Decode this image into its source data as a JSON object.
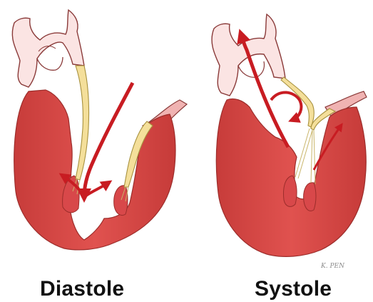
{
  "panels": [
    {
      "caption": "Diastole"
    },
    {
      "caption": "Systole"
    }
  ],
  "signature": "K. PEN",
  "colors": {
    "myocardium": "#d94846",
    "myocardium_dark": "#a8302e",
    "vessel": "#f0b3b2",
    "valve_tissue": "#f4df9a",
    "valve_outline": "#a7913e",
    "flow_arrow": "#c81c22",
    "caption": "#111111"
  },
  "icons": [
    "flow-arrow-icon"
  ]
}
